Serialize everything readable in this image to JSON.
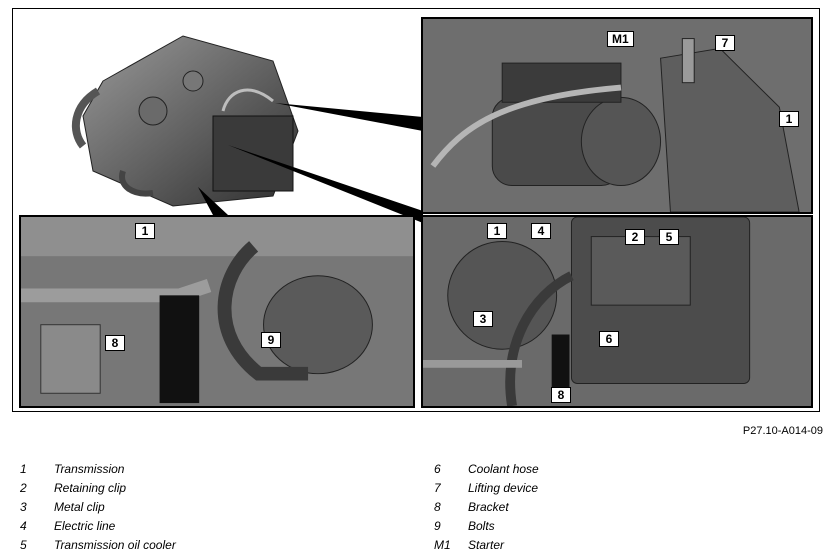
{
  "callouts": {
    "top_right": {
      "m1": "M1",
      "n7": "7",
      "n1": "1"
    },
    "bottom_left": {
      "n1": "1",
      "n8": "8",
      "n9": "9"
    },
    "bottom_right": {
      "n1": "1",
      "n4": "4",
      "n2": "2",
      "n5": "5",
      "n3": "3",
      "n6": "6",
      "n8": "8"
    }
  },
  "figure_code": "P27.10-A014-09",
  "legend": {
    "left": [
      {
        "num": "1",
        "text": "Transmission"
      },
      {
        "num": "2",
        "text": "Retaining clip"
      },
      {
        "num": "3",
        "text": "Metal clip"
      },
      {
        "num": "4",
        "text": "Electric line"
      },
      {
        "num": "5",
        "text": "Transmission oil cooler"
      }
    ],
    "right": [
      {
        "num": "6",
        "text": "Coolant hose"
      },
      {
        "num": "7",
        "text": "Lifting device"
      },
      {
        "num": "8",
        "text": "Bracket"
      },
      {
        "num": "9",
        "text": "Bolts"
      },
      {
        "num": "M1",
        "text": "Starter"
      }
    ]
  }
}
